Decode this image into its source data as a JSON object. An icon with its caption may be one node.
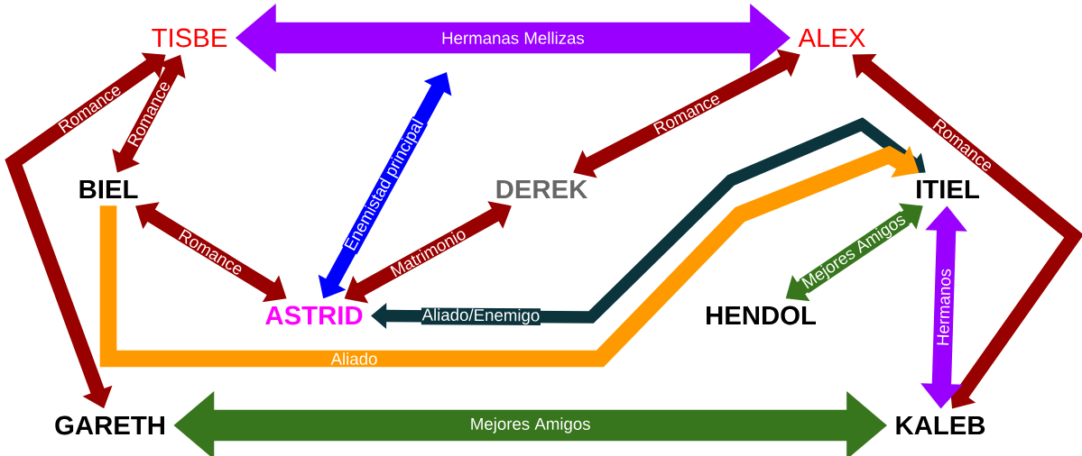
{
  "diagram": {
    "nodes": [
      {
        "text": [
          "TISBE"
        ]
      },
      {
        "text": [
          "ALEX"
        ]
      },
      {
        "text": [
          "BIEL"
        ]
      },
      {
        "text": [
          "DEREK"
        ]
      },
      {
        "text": [
          "ITIEL"
        ]
      },
      {
        "text": [
          "ASTRID"
        ]
      },
      {
        "text": [
          "HENDOL"
        ]
      },
      {
        "text": [
          "GARETH"
        ]
      },
      {
        "text": [
          "KALEB"
        ]
      }
    ],
    "edges": [
      {
        "from": 0,
        "to": 1,
        "arrow": "both",
        "label": "Hermanas Mellizas",
        "style": "thick",
        "color": "#9900ff"
      },
      {
        "from": 7,
        "to": 0,
        "arrow": "both",
        "label": "Romance"
      },
      {
        "from": 2,
        "to": 0,
        "arrow": "both",
        "label": "Romance"
      },
      {
        "from": 2,
        "to": 5,
        "arrow": "both",
        "label": "Romance"
      },
      {
        "from": 5,
        "to": null,
        "arrow": "both",
        "label": "Enemistad principal",
        "color": "#0000ff"
      },
      {
        "from": 5,
        "to": 3,
        "arrow": "both",
        "label": "Matrimonio"
      },
      {
        "from": 3,
        "to": 1,
        "arrow": "both",
        "label": "Romance"
      },
      {
        "from": 1,
        "to": 8,
        "arrow": "both",
        "label": "Romance"
      },
      {
        "from": 4,
        "to": 8,
        "arrow": "both",
        "label": "Hermanos",
        "color": "#9900ff"
      },
      {
        "from": 6,
        "to": 4,
        "arrow": "both",
        "label": "Mejores Amigos",
        "color": "#38761d"
      },
      {
        "from": 7,
        "to": 8,
        "arrow": "both",
        "label": "Mejores Amigos",
        "style": "thick",
        "color": "#38761d"
      },
      {
        "from": 5,
        "to": 4,
        "arrow": "both",
        "label": "Aliado/Enemigo",
        "color": "#0c343d"
      },
      {
        "from": 2,
        "to": 4,
        "arrow": "to",
        "label": "Aliado",
        "color": "#ff9900"
      }
    ]
  }
}
